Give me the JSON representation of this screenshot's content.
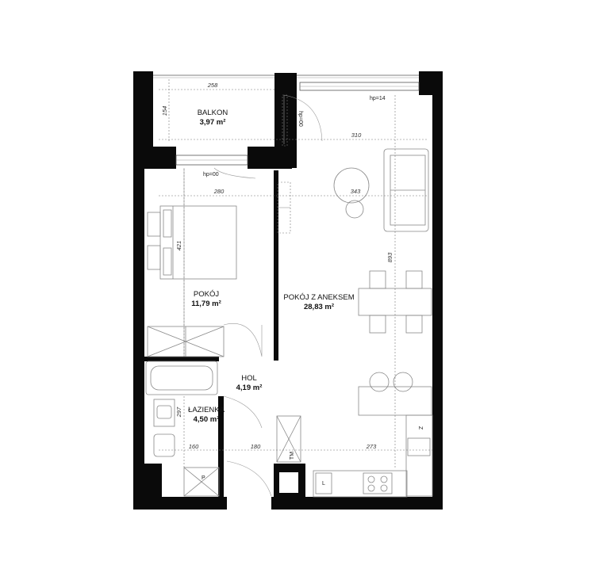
{
  "rooms": {
    "balkon": {
      "name": "BALKON",
      "area": "3,97 m²"
    },
    "pokoj": {
      "name": "POKÓJ",
      "area": "11,79 m²"
    },
    "pokoj_aneks": {
      "name": "POKÓJ Z ANEKSEM",
      "area": "28,83 m²"
    },
    "hol": {
      "name": "HOL",
      "area": "4,19 m²"
    },
    "lazienka": {
      "name": "ŁAZIENKA",
      "area": "4,50 m²"
    }
  },
  "dimensions": {
    "balkon_width": "258",
    "balkon_depth": "154",
    "hp_balcony_right": "hp=14",
    "hp_balcony_door": "hp=00",
    "hp_room_door": "hp=00",
    "living_top_width": "310",
    "room_width": "280",
    "living_width": "343",
    "room_depth": "421",
    "living_depth": "893",
    "bath_depth": "297",
    "bath_width": "160",
    "hall_width": "180",
    "kitchen_width": "273"
  },
  "symbols": {
    "kitchen_fridge": "Z",
    "kitchen_washer": "L",
    "bath_washer": "P",
    "hall_wardrobe": "TM"
  },
  "colors": {
    "wall": "#0a0a0a",
    "line": "#555555",
    "background": "#ffffff"
  }
}
